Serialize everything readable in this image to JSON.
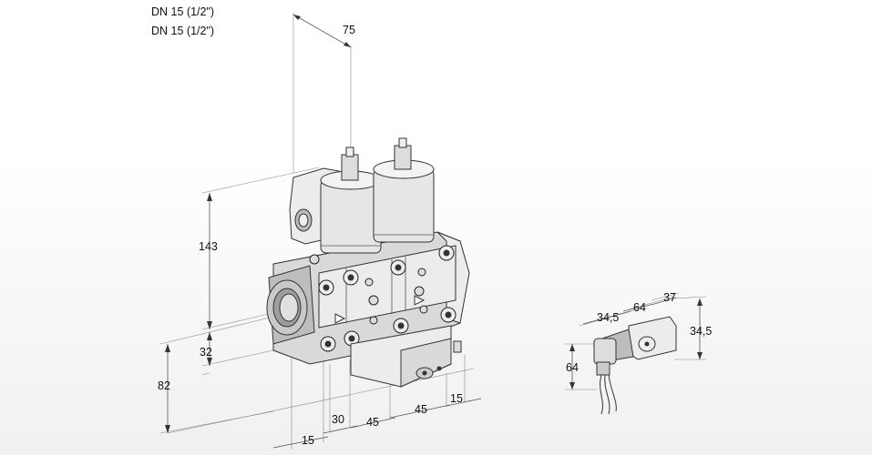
{
  "title_lines": [
    "DN 15 (1/2\")",
    "DN 15 (1/2\")"
  ],
  "dimensions": {
    "d75": "75",
    "d143": "143",
    "d32": "32",
    "d82": "82",
    "d30": "30",
    "d45a": "45",
    "d45b": "45",
    "d15a": "15",
    "d15b": "15",
    "d34_5a": "34,5",
    "d64a": "64",
    "d37": "37",
    "d34_5b": "34,5",
    "d64b": "64"
  }
}
